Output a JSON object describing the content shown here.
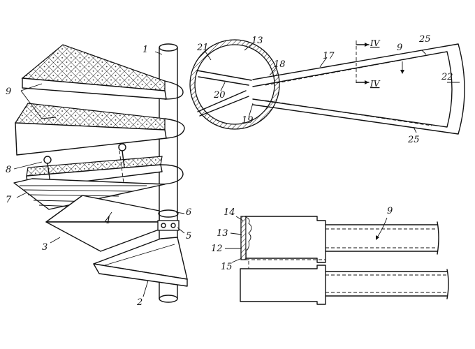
{
  "figure": {
    "labels": {
      "l1": "1",
      "l2": "2",
      "l3": "3",
      "l4": "4",
      "l5": "5",
      "l6": "6",
      "l7": "7",
      "l8": "8",
      "l9": "9",
      "l12": "12",
      "l13a": "13",
      "l13b": "13",
      "l14": "14",
      "l15": "15",
      "l17": "17",
      "l18": "18",
      "l19": "19",
      "l20": "20",
      "l21": "21",
      "l22": "22",
      "l25a": "25",
      "l25b": "25",
      "l9b": "9",
      "l9c": "9",
      "sec_top": "IV",
      "sec_bot": "IV"
    }
  }
}
